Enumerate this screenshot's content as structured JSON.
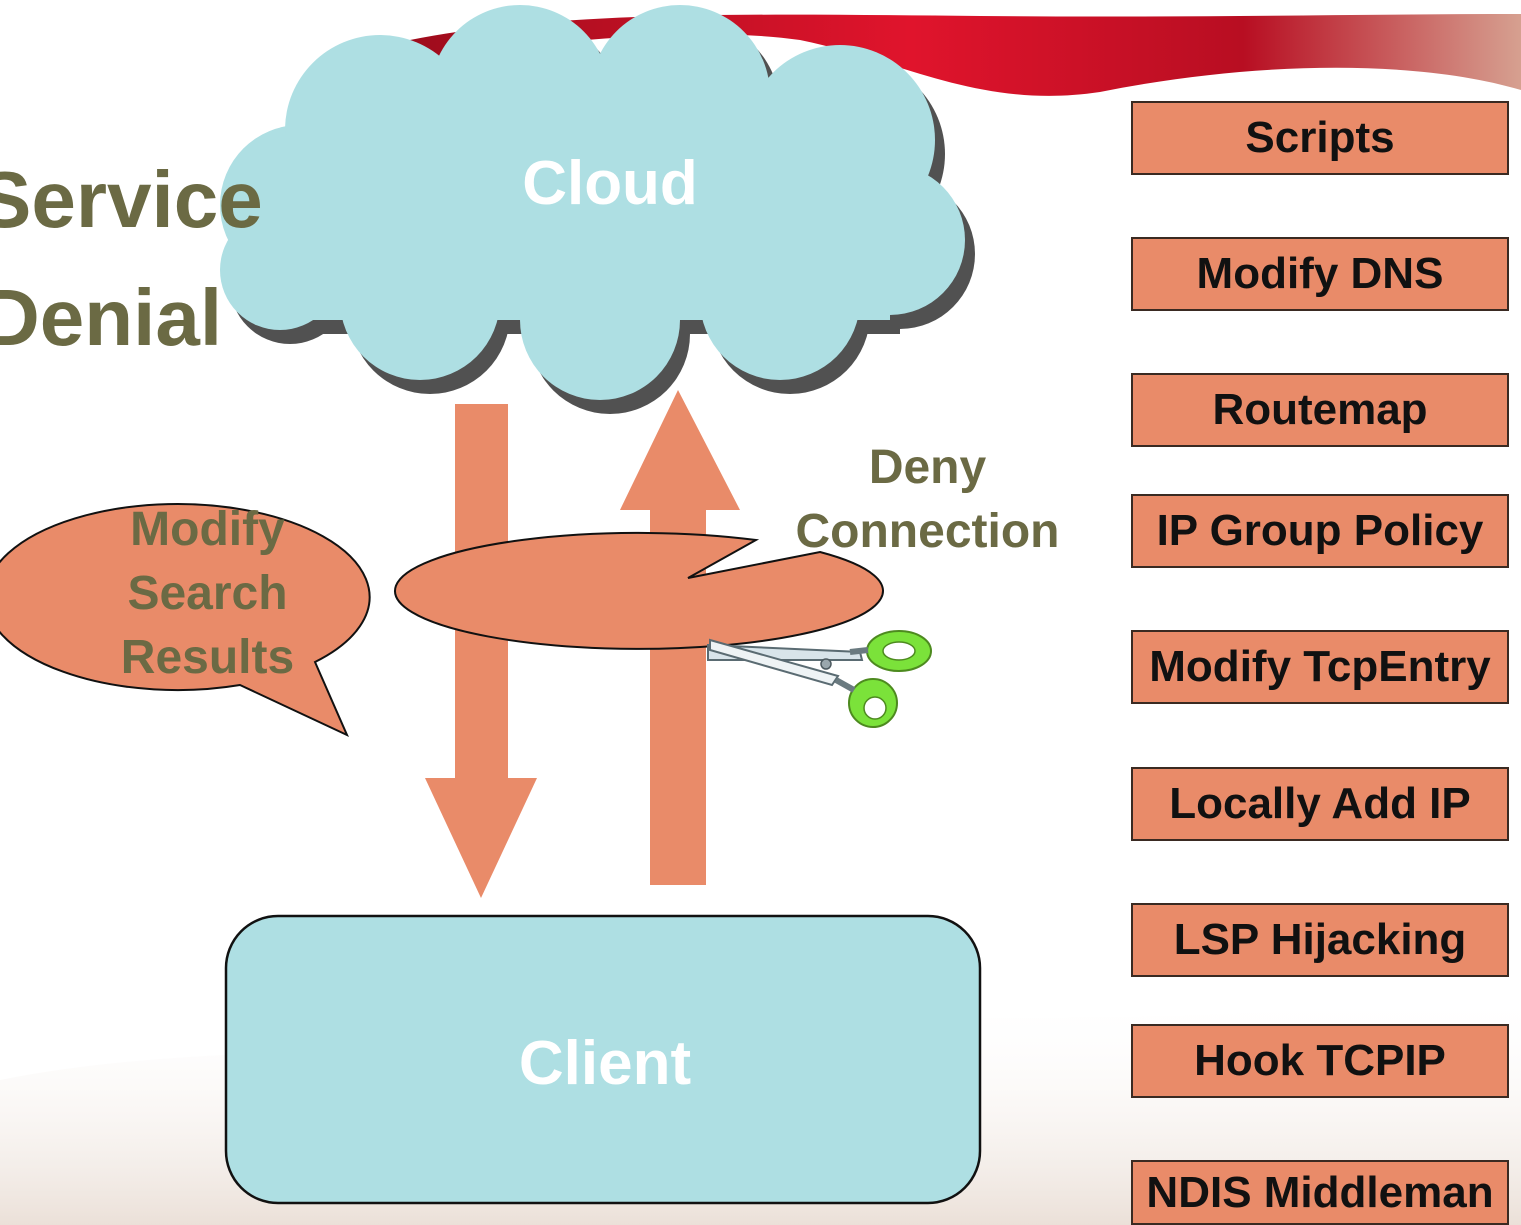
{
  "title": {
    "line1": "Service",
    "line2": "Denial"
  },
  "cloud": {
    "label": "Cloud"
  },
  "client": {
    "label": "Client"
  },
  "bubbles": {
    "modify_results": {
      "text": "Modify Search Results"
    },
    "deny_connection": {
      "text": "Deny Connection"
    }
  },
  "methods": [
    "Scripts",
    "Modify DNS",
    "Routemap",
    "IP Group Policy",
    "Modify TcpEntry",
    "Locally Add IP",
    "LSP Hijacking",
    "Hook TCPIP",
    "NDIS Middleman"
  ],
  "colors": {
    "cloud_fill": "#aedfe3",
    "arrow_fill": "#e98b69",
    "title_text": "#6b6a44",
    "ribbon_red": "#c8102e",
    "scissors_handle": "#7be23a"
  },
  "icons": {
    "scissors": "scissors-icon"
  }
}
